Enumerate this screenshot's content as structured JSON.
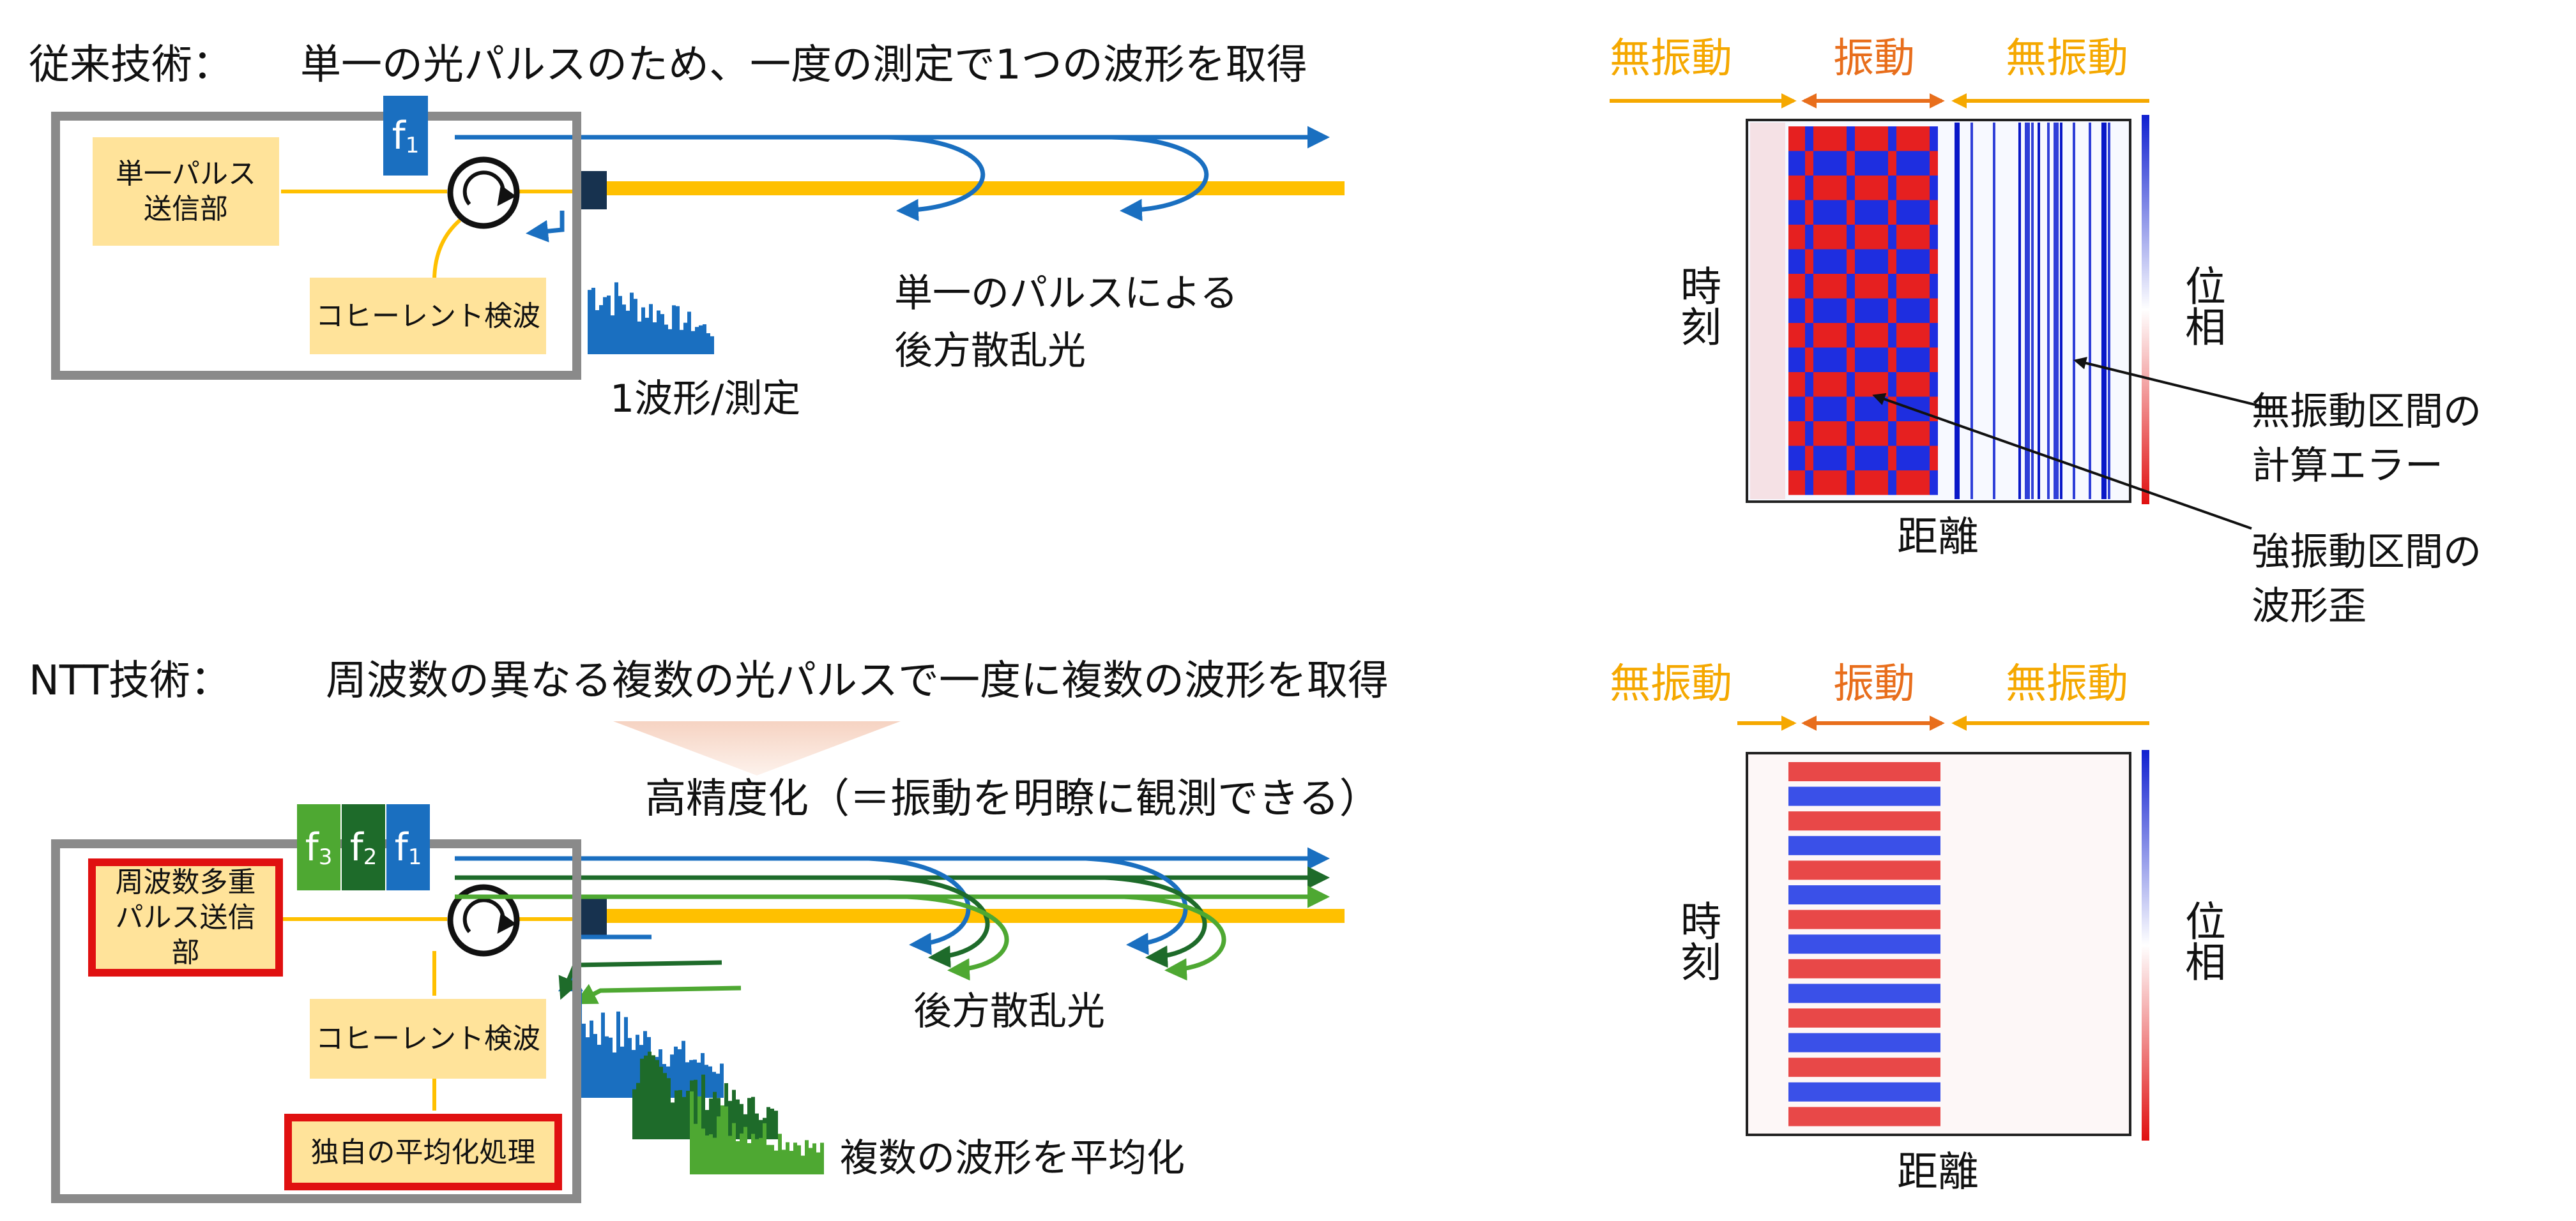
{
  "conventional": {
    "heading": "従来技術：",
    "description": "単一の光パルスのため、一度の測定で1つの波形を取得",
    "pulse_label": "f",
    "pulse_sub": "1",
    "sender_label": "単一パルス送信部",
    "detector_label": "コヒーレント検波",
    "backscatter_label_line1": "単一のパルスによる",
    "backscatter_label_line2": "後方散乱光",
    "waveform_caption": "1波形/測定"
  },
  "ntt": {
    "heading": "NTT技術：",
    "description": "周波数の異なる複数の光パルスで一度に複数の波形を取得",
    "improvement_label": "高精度化（＝振動を明瞭に観測できる）",
    "pulse_label": "f",
    "pulse_subs": [
      "3",
      "2",
      "1"
    ],
    "sender_label": "周波数多重パルス送信部",
    "detector_label": "コヒーレント検波",
    "averaging_label": "独自の平均化処理",
    "backscatter_label": "後方散乱光",
    "waveform_caption": "複数の波形を平均化"
  },
  "heatmap_top": {
    "region_left": "無振動",
    "region_mid": "振動",
    "region_right": "無振動",
    "y_label": "時刻",
    "x_label": "距離",
    "colorbar_label": "位相",
    "annotation1_line1": "無振動区間の",
    "annotation1_line2": "計算エラー",
    "annotation2_line1": "強振動区間の",
    "annotation2_line2": "波形歪"
  },
  "heatmap_bottom": {
    "region_left": "無振動",
    "region_mid": "振動",
    "region_right": "無振動",
    "y_label": "時刻",
    "x_label": "距離",
    "colorbar_label": "位相"
  },
  "colors": {
    "fiber": "#ffc000",
    "blue_pulse": "#1a6fc0",
    "dark_green_pulse": "#1e6b2a",
    "light_green_pulse": "#4ea832",
    "frame_gray": "#8a8a8a",
    "box_yellow": "#ffe39a",
    "highlight_red": "#e01010",
    "label_orange": "#f5a800",
    "arrow_orange": "#e86e1c"
  }
}
